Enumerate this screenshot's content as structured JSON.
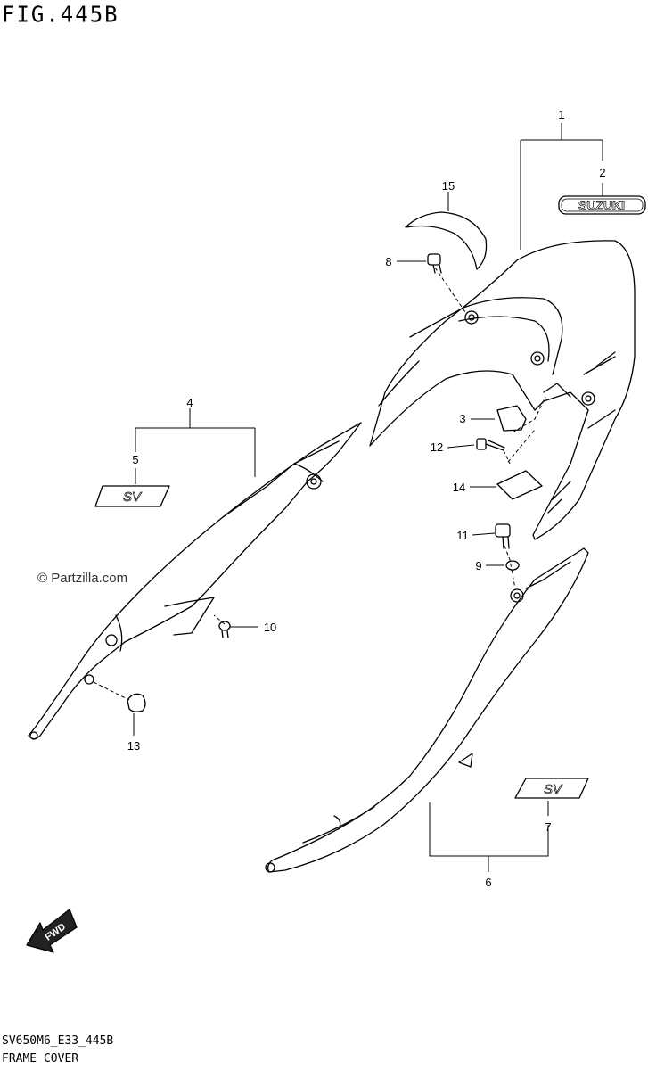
{
  "figure": {
    "title": "FIG.445B",
    "code": "SV650M6_E33_445B",
    "name": "FRAME COVER",
    "watermark": "© Partzilla.com"
  },
  "labels": {
    "suzuki_emblem": "SUZUKI",
    "sv_emblem": "SV",
    "fwd_arrow": "FWD"
  },
  "callouts": {
    "p1": "1",
    "p2": "2",
    "p3": "3",
    "p4": "4",
    "p5": "5",
    "p6": "6",
    "p7": "7",
    "p8": "8",
    "p9": "9",
    "p10": "10",
    "p11": "11",
    "p12": "12",
    "p13": "13",
    "p14": "14",
    "p15": "15"
  }
}
